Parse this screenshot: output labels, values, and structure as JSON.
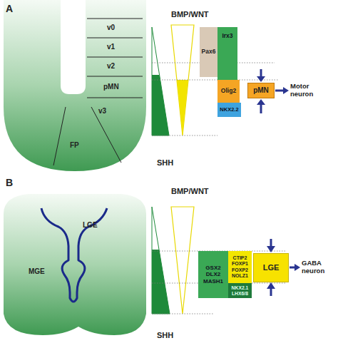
{
  "diagram": {
    "nodes": [
      {
        "text": [
          "Pax6"
        ]
      },
      {
        "text": [
          "Irx3"
        ]
      },
      {
        "text": [
          "Olig2"
        ]
      },
      {
        "text": [
          "NKX2.2"
        ]
      },
      {
        "text": [
          "pMN"
        ]
      },
      {
        "text": [
          "GSX2 DLX2 MASH1"
        ]
      },
      {
        "text": [
          "CTIP2 FOXP1 FOXP2 NOLZ1"
        ]
      },
      {
        "text": [
          "NKX2.1 LHX6/8"
        ]
      },
      {
        "text": [
          "LGE"
        ]
      }
    ],
    "labels": [
      "A",
      "v0",
      "v1",
      "v2",
      "pMN",
      "v3",
      "FP",
      "BMP/WNT",
      "SHH",
      "Motor neuron",
      "B",
      "LGE",
      "MGE",
      "BMP/WNT",
      "SHH",
      "GABA neuron"
    ]
  }
}
